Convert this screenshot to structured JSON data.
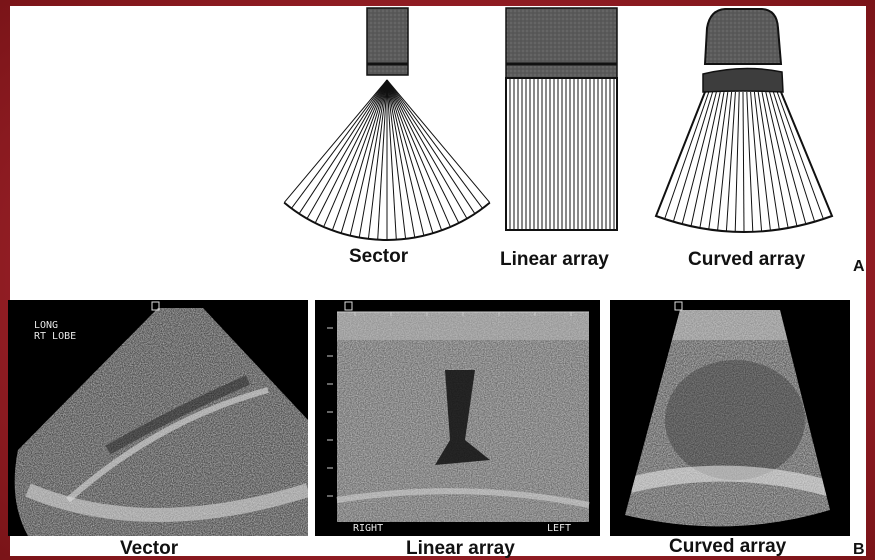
{
  "diagrams": {
    "sector_label": "Sector",
    "linear_label": "Linear array",
    "curved_label": "Curved array",
    "panel_letter": "A"
  },
  "images": {
    "vector_label": "Vector",
    "linear_label": "Linear array",
    "curved_label": "Curved array",
    "panel_letter": "B",
    "vector_overlay_line1": "LONG",
    "vector_overlay_line2": "RT LOBE",
    "linear_overlay_right": "RIGHT",
    "linear_overlay_left": "LEFT"
  }
}
